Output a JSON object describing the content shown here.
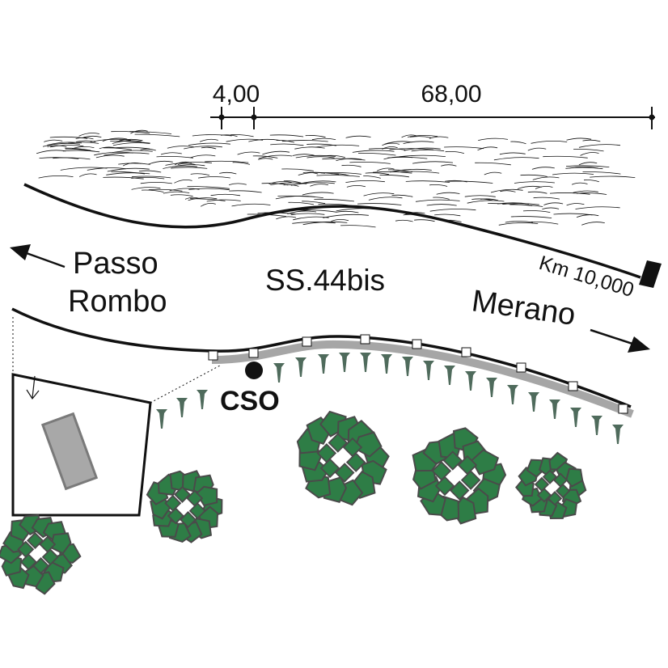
{
  "dimensions": {
    "short_value": "4,00",
    "long_value": "68,00"
  },
  "road": {
    "name": "SS.44bis",
    "kilometre_marker": "Km 10,000"
  },
  "directions": {
    "left_line1": "Passo",
    "left_line2": "Rombo",
    "right": "Merano"
  },
  "station": {
    "label": "CSO"
  },
  "colors": {
    "line": "#111111",
    "barrier": "#a6a6a6",
    "bush_fill": "#2e7d46",
    "plant": "#4f6b5c",
    "building_roof": "#a8a8a8",
    "marker": "#111111"
  }
}
